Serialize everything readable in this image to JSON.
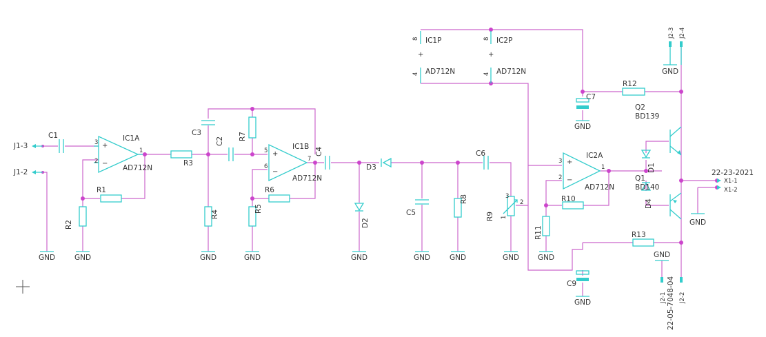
{
  "labels": {
    "c1": "C1",
    "c2": "C2",
    "c3": "C3",
    "c4": "C4",
    "c5": "C5",
    "c6": "C6",
    "c7": "C7",
    "c9": "C9",
    "r1": "R1",
    "r2": "R2",
    "r3": "R3",
    "r4": "R4",
    "r5": "R5",
    "r6": "R6",
    "r7": "R7",
    "r8": "R8",
    "r9": "R9",
    "r10": "R10",
    "r11": "R11",
    "r12": "R12",
    "r13": "R13",
    "d1": "D1",
    "d2": "D2",
    "d3": "D3",
    "d4": "D4",
    "q1": "Q1",
    "q1_part": "BD140",
    "q2": "Q2",
    "q2_part": "BD139",
    "ic1a": "IC1A",
    "ic1b": "IC1B",
    "ic2a": "IC2A",
    "ic1p": "IC1P",
    "ic2p": "IC2P",
    "opamp": "AD712N",
    "gnd": "GND",
    "j1_3": "J1-3",
    "j1_2": "J1-2",
    "j2_1": "J2-1",
    "j2_2": "J2-2",
    "j2_3": "J2-3",
    "j2_4": "J2-4",
    "x1_1": "X1-1",
    "x1_2": "X1-2",
    "conn_top": "22-23-2021",
    "conn_bottom": "22-05-7048-04"
  },
  "pins": {
    "p1": "1",
    "p2": "2",
    "p3": "3",
    "p4": "4",
    "p5": "5",
    "p6": "6",
    "p7": "7",
    "p8": "8"
  }
}
